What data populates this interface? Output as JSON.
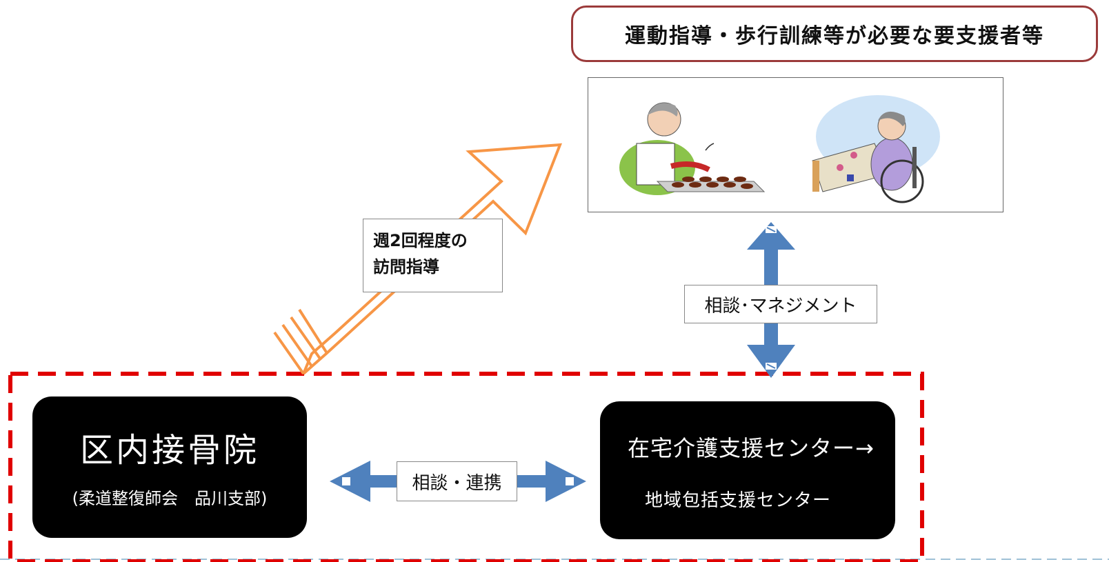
{
  "target": {
    "label": "運動指導・歩行訓練等が必要な要支援者等"
  },
  "visit_callout": {
    "line1": "週2回程度の",
    "line2": "訪問指導"
  },
  "consult_callout": {
    "label": "相談･マネジメント"
  },
  "link_callout": {
    "label": "相談・連携"
  },
  "osteo": {
    "title": "区内接骨院",
    "subtitle": "(柔道整復師会　品川支部)"
  },
  "center": {
    "line1": "在宅介護支援センター→",
    "line2": "地域包括支援センター"
  },
  "colors": {
    "visit_arrow": "#f79646",
    "blue_arrow": "#4f81bd",
    "dash_border": "#e00000",
    "target_border": "#9b3a3a"
  }
}
